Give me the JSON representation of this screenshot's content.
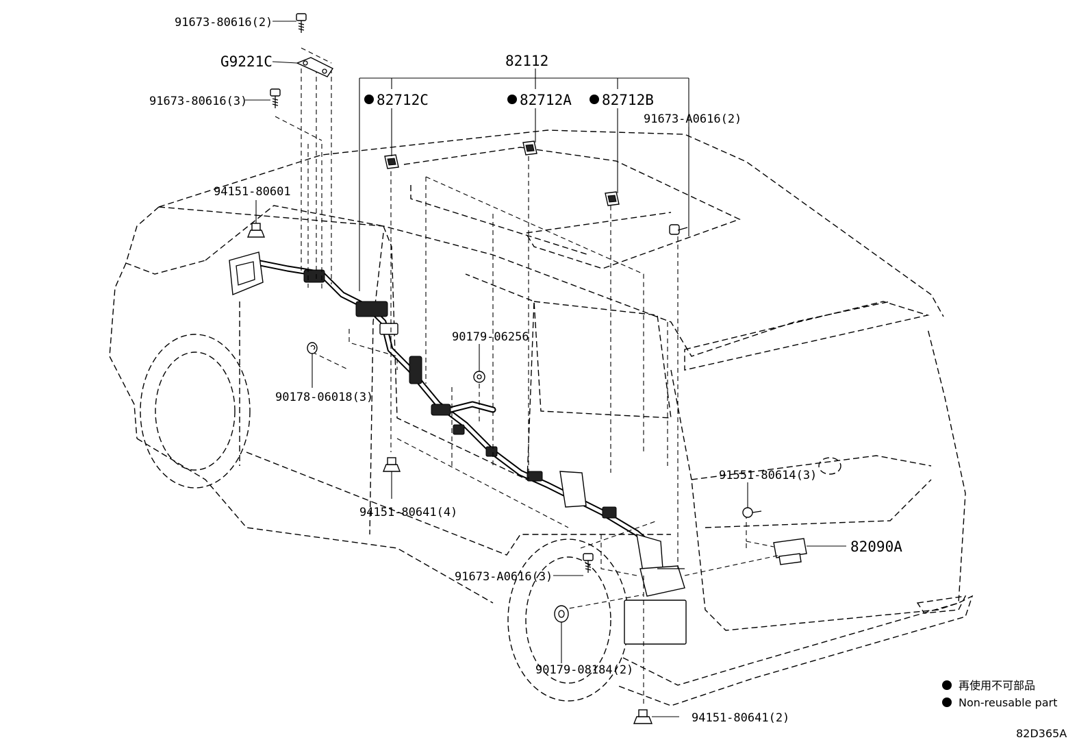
{
  "parts": {
    "p91673_80616_2": "91673-80616(2)",
    "g9221c": "G9221C",
    "p91673_80616_3": "91673-80616(3)",
    "p82112": "82112",
    "p82712c": "82712C",
    "p82712a": "82712A",
    "p82712b": "82712B",
    "p91673_a0616_2": "91673-A0616(2)",
    "p94151_80601": "94151-80601",
    "p90179_06256": "90179-06256",
    "p90178_06018_3": "90178-06018(3)",
    "p91551_80614_3": "91551-80614(3)",
    "p94151_80641_4": "94151-80641(4)",
    "p82090a": "82090A",
    "p91673_a0616_3": "91673-A0616(3)",
    "p90179_08184_2": "90179-08184(2)",
    "p94151_80641_2": "94151-80641(2)"
  },
  "legend": {
    "jp": "再使用不可部品",
    "en": "Non-reusable part"
  },
  "illustration_code": "82D365A"
}
